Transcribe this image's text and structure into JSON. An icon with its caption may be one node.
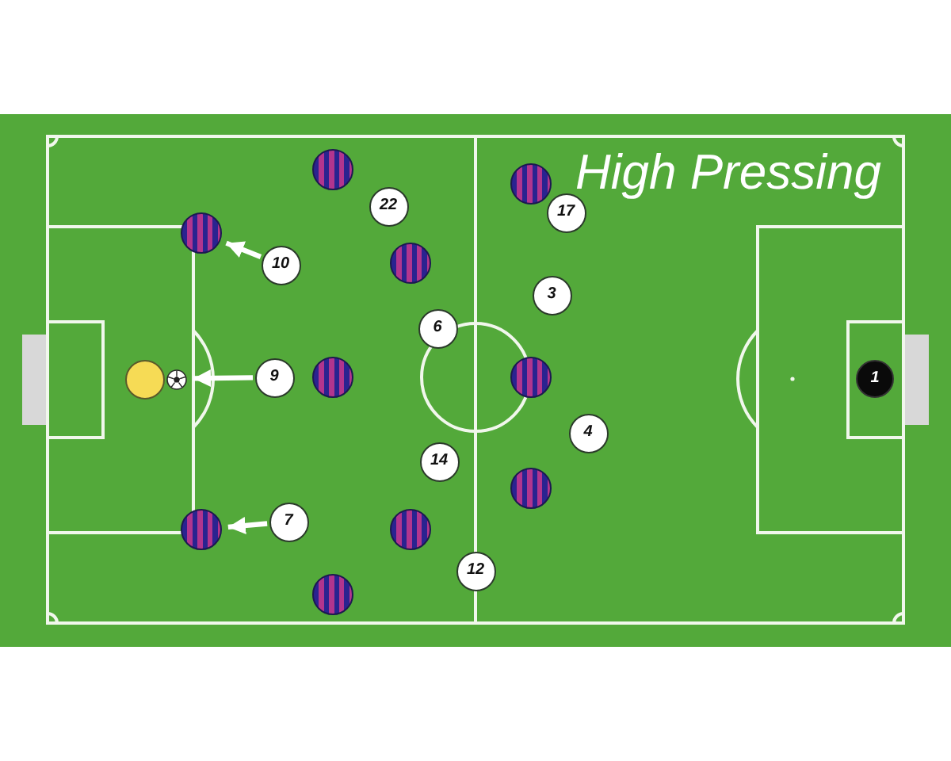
{
  "diagram": {
    "title": "High Pressing",
    "nodes": [
      {
        "text": [],
        "shape": "circle"
      },
      {
        "text": [],
        "shape": "circle"
      },
      {
        "text": [
          "22"
        ]
      },
      {
        "text": [
          "17"
        ]
      },
      {
        "text": [],
        "shape": "circle"
      },
      {
        "text": [],
        "shape": "circle"
      },
      {
        "text": [
          "10"
        ]
      },
      {
        "text": [
          "3"
        ]
      },
      {
        "text": [
          "6"
        ]
      },
      {
        "text": [],
        "shape": "circle"
      },
      {
        "text": [
          "9"
        ]
      },
      {
        "text": [],
        "shape": "circle"
      },
      {
        "text": [],
        "shape": "circle"
      },
      {
        "text": [
          "1"
        ]
      },
      {
        "text": [
          "4"
        ]
      },
      {
        "text": [
          "14"
        ]
      },
      {
        "text": [],
        "shape": "circle"
      },
      {
        "text": [
          "7"
        ]
      },
      {
        "text": [],
        "shape": "circle"
      },
      {
        "text": [],
        "shape": "circle"
      },
      {
        "text": [
          "12"
        ]
      },
      {
        "text": [],
        "shape": "circle"
      }
    ],
    "edges": [
      {
        "from": 6,
        "to": 4,
        "arrow": "to"
      },
      {
        "from": 10,
        "to": 9,
        "arrow": "to"
      },
      {
        "from": 17,
        "to": 18,
        "arrow": "to"
      }
    ]
  }
}
